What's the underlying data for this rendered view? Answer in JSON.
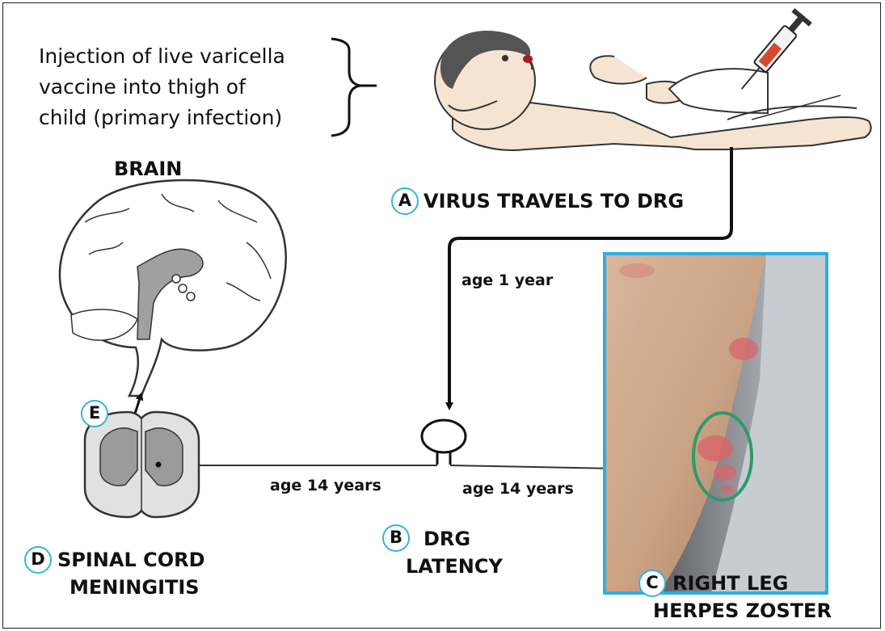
{
  "intro": {
    "lines": [
      "Injection of live varicella",
      "vaccine into thigh of",
      "child (primary infection)"
    ]
  },
  "brain_label": "BRAIN",
  "steps": {
    "a": {
      "letter": "A",
      "text": "VIRUS TRAVELS TO DRG"
    },
    "b": {
      "letter": "B",
      "line1": "DRG",
      "line2": "LATENCY"
    },
    "c": {
      "letter": "C",
      "line1": "RIGHT LEG",
      "line2": "HERPES ZOSTER"
    },
    "d": {
      "letter": "D",
      "line1": "SPINAL CORD",
      "line2": "MENINGITIS"
    },
    "e": {
      "letter": "E"
    }
  },
  "ages": {
    "one_year": "age 1 year",
    "left_14": "age 14 years",
    "right_14": "age 14 years"
  },
  "colors": {
    "badge_ring": "#33b3e0",
    "photo_frame": "#2aaee6",
    "lesion_ring": "#2e9a6a",
    "lesion": "#d9646a"
  },
  "icons": [
    "syringe-icon",
    "infant-illustration",
    "brain-illustration",
    "spinal-cord-cross-section",
    "drg-ganglion",
    "leg-photo"
  ]
}
